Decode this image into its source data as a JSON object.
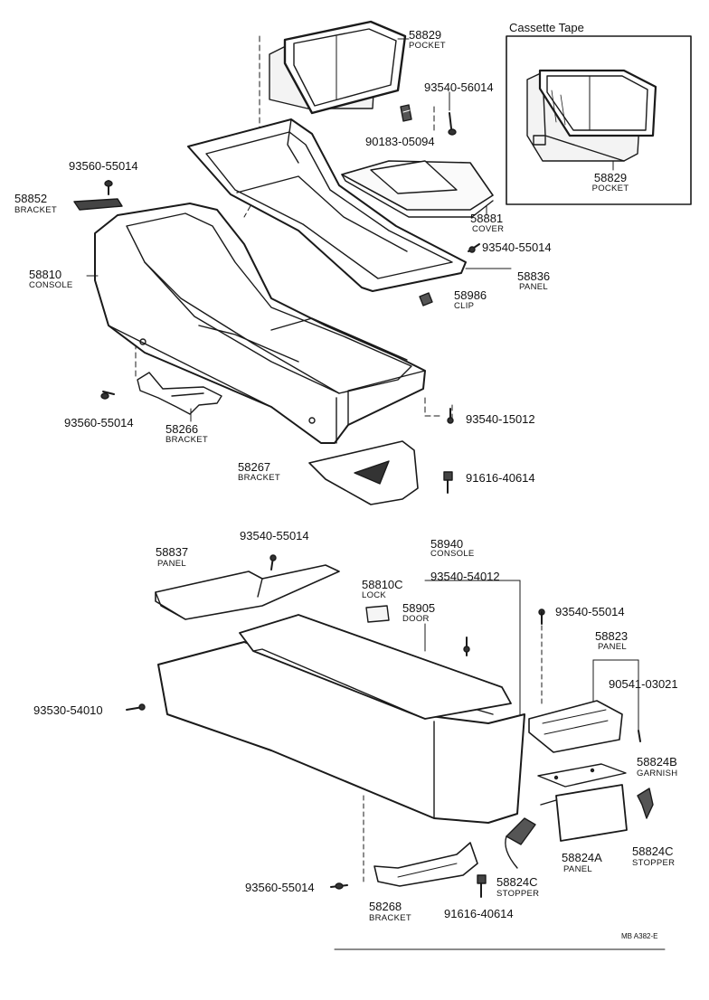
{
  "inset": {
    "title": "Cassette Tape",
    "part_number": "58829",
    "part_name": "POCKET"
  },
  "labels": {
    "pocket_top": {
      "number": "58829",
      "name": "POCKET"
    },
    "screw_93540_56014_a": {
      "number": "93540-56014"
    },
    "nut_90183": {
      "number": "90183-05094"
    },
    "screw_93560_top": {
      "number": "93560-55014"
    },
    "bracket_58852": {
      "number": "58852",
      "name": "BRACKET"
    },
    "cover_58881": {
      "number": "58881",
      "name": "COVER"
    },
    "screw_93540_55014_a": {
      "number": "93540-55014"
    },
    "console_58810": {
      "number": "58810",
      "name": "CONSOLE"
    },
    "panel_58836": {
      "number": "58836",
      "name": "PANEL"
    },
    "clip_58986": {
      "number": "58986",
      "name": "CLIP"
    },
    "screw_93560_mid": {
      "number": "93560-55014"
    },
    "bracket_58266": {
      "number": "58266",
      "name": "BRACKET"
    },
    "screw_93540_15012": {
      "number": "93540-15012"
    },
    "bracket_58267": {
      "number": "58267",
      "name": "BRACKET"
    },
    "bolt_91616_a": {
      "number": "91616-40614"
    },
    "screw_93540_55014_b": {
      "number": "93540-55014"
    },
    "panel_58837": {
      "number": "58837",
      "name": "PANEL"
    },
    "console_58940": {
      "number": "58940",
      "name": "CONSOLE"
    },
    "lock_58810c": {
      "number": "58810C",
      "name": "LOCK"
    },
    "screw_93540_54012": {
      "number": "93540-54012"
    },
    "door_58905": {
      "number": "58905",
      "name": "DOOR"
    },
    "screw_93540_55014_c": {
      "number": "93540-55014"
    },
    "panel_58823": {
      "number": "58823",
      "name": "PANEL"
    },
    "screw_90541": {
      "number": "90541-03021"
    },
    "screw_93530": {
      "number": "93530-54010"
    },
    "garnish_58824b": {
      "number": "58824B",
      "name": "GARNISH"
    },
    "panel_58824a": {
      "number": "58824A",
      "name": "PANEL"
    },
    "stopper_58824c_r": {
      "number": "58824C",
      "name": "STOPPER"
    },
    "stopper_58824c_l": {
      "number": "58824C",
      "name": "STOPPER"
    },
    "screw_93560_bottom": {
      "number": "93560-55014"
    },
    "bracket_58268": {
      "number": "58268",
      "name": "BRACKET"
    },
    "bolt_91616_b": {
      "number": "91616-40614"
    }
  },
  "footer": {
    "code": "MB  A382-E"
  }
}
